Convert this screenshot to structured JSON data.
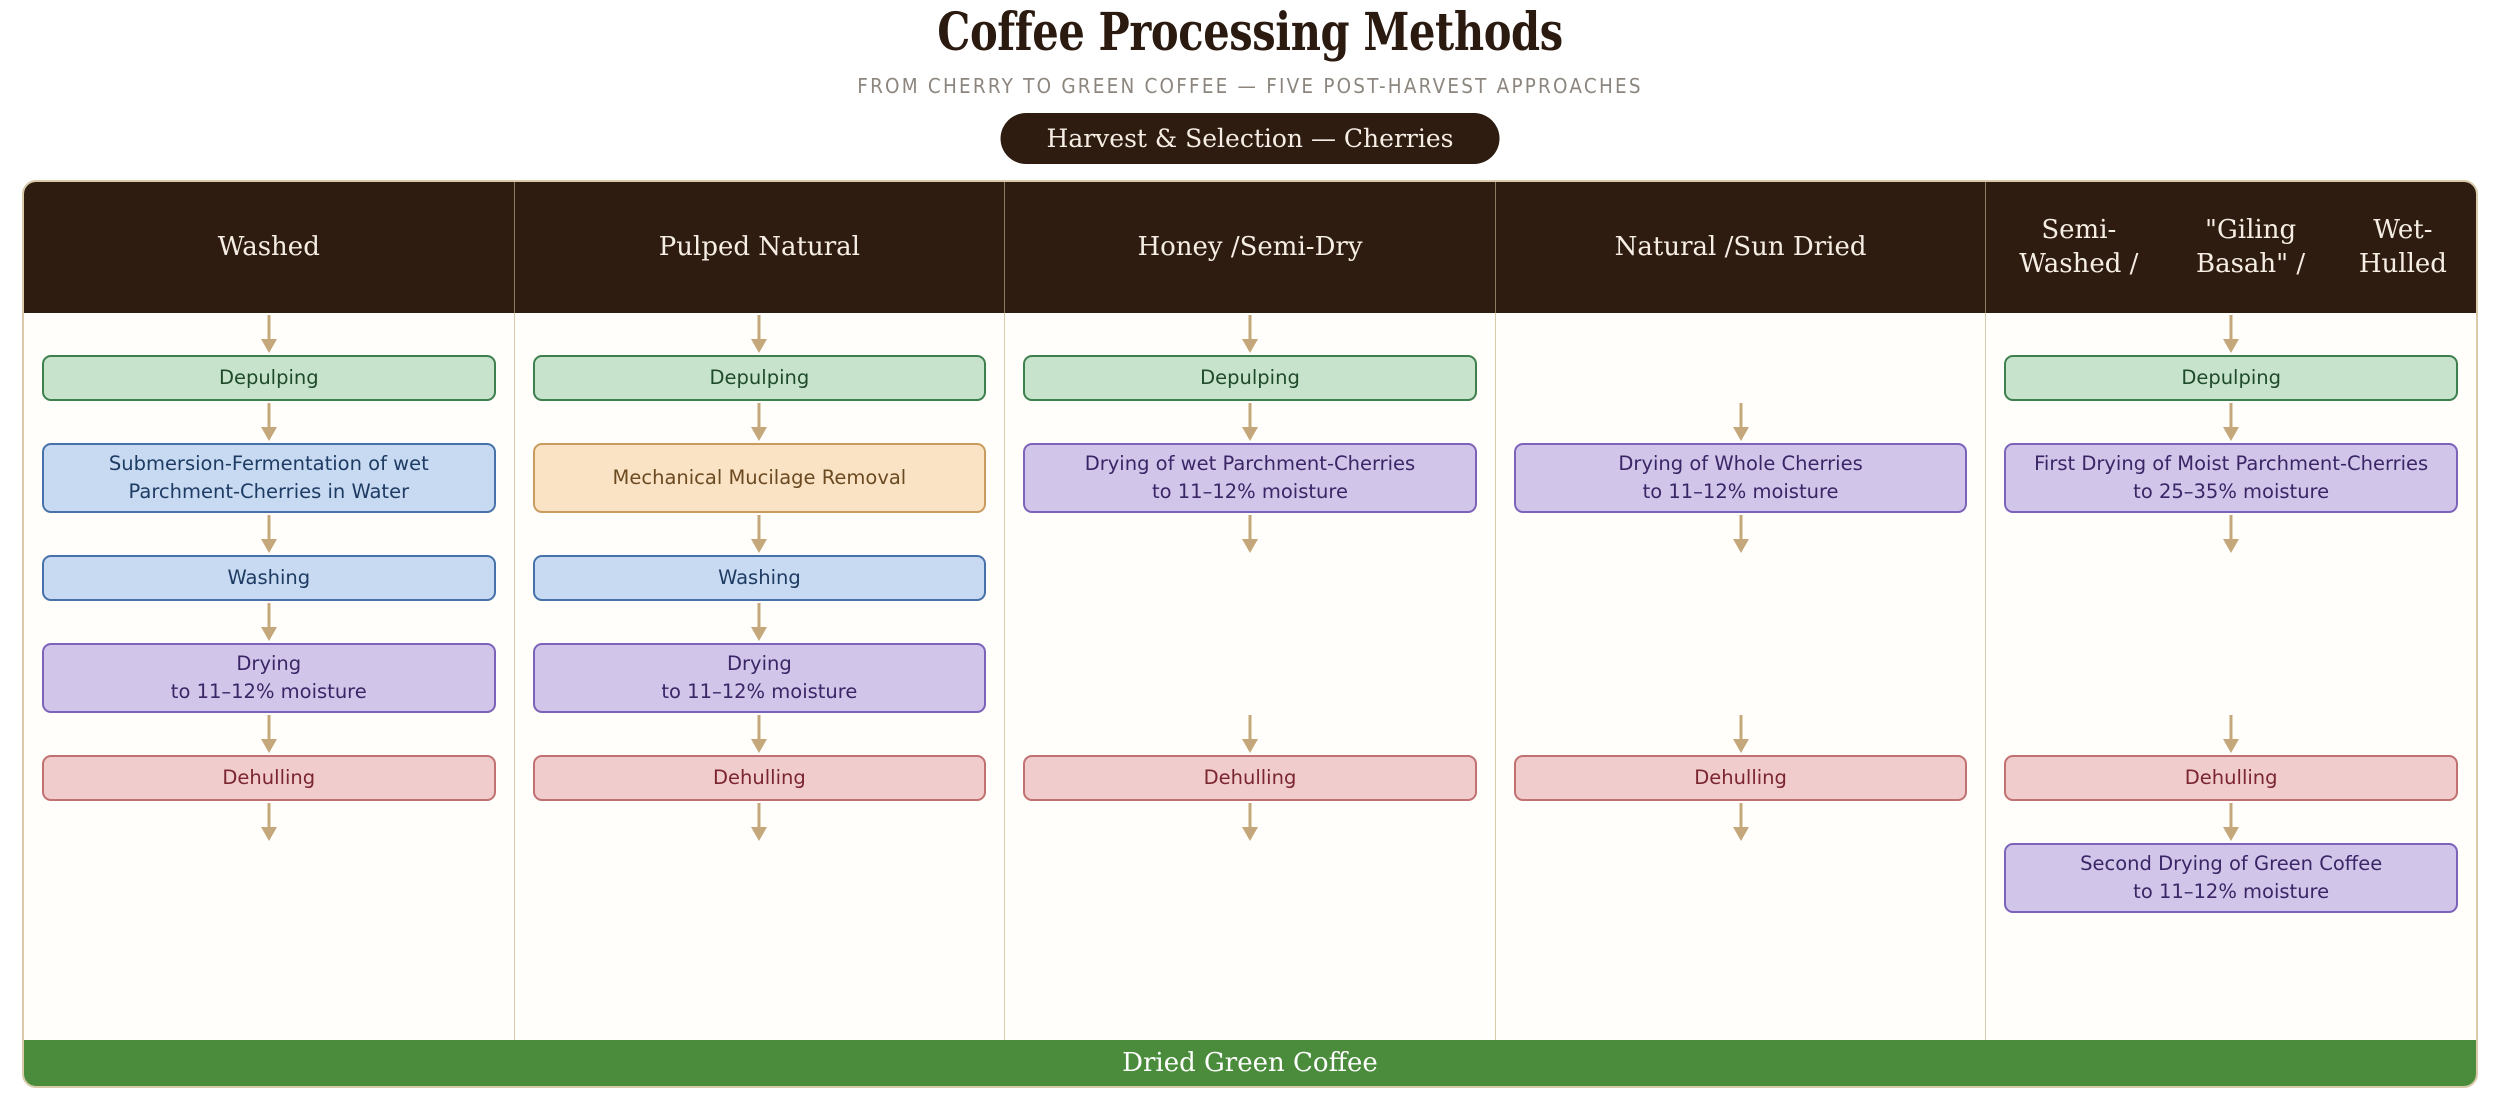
{
  "header": {
    "title": "Coffee Processing Methods",
    "subtitle": "FROM CHERRY TO GREEN COFFEE — FIVE POST-HARVEST APPROACHES",
    "harvest_pill": "Harvest & Selection — Cherries"
  },
  "footer": {
    "label": "Dried Green Coffee"
  },
  "colors": {
    "panel_bg": "#FFFEFA",
    "panel_border": "#D9CAA9",
    "header_band": "#2E1C11",
    "header_text": "#F6EEE4",
    "arrow": "#C4A87C",
    "footer_bg": "#4A8C3C",
    "footer_text": "#FFFFFF",
    "title_text": "#2B1A10",
    "subtitle_text": "#8C867E",
    "green_fill": "#C8E3CC",
    "green_border": "#3E7F4E",
    "blue_fill": "#C7DAF2",
    "blue_border": "#4672A9",
    "orange_fill": "#FAE3C5",
    "orange_border": "#C99B5E",
    "purple_fill": "#D1C5E9",
    "purple_border": "#7C63B9",
    "pink_fill": "#F1CCCC",
    "pink_border": "#C17171"
  },
  "columns": [
    {
      "header_lines": [
        "Washed"
      ],
      "header": "Washed",
      "steps": [
        {
          "label": "Depulping",
          "color": "green"
        },
        {
          "label": "Submersion-Fermentation of wet",
          "line2": "Parchment-Cherries in Water",
          "color": "blue"
        },
        {
          "label": "Washing",
          "color": "blue"
        },
        {
          "label": "Drying",
          "line2": "to 11–12% moisture",
          "color": "purple"
        },
        {
          "label": "Dehulling",
          "color": "pink"
        }
      ]
    },
    {
      "header_lines": [
        "Pulped Natural"
      ],
      "header": "Pulped Natural",
      "steps": [
        {
          "label": "Depulping",
          "color": "green"
        },
        {
          "label": "Mechanical Mucilage Removal",
          "color": "orange"
        },
        {
          "label": "Washing",
          "color": "blue"
        },
        {
          "label": "Drying",
          "line2": "to 11–12% moisture",
          "color": "purple"
        },
        {
          "label": "Dehulling",
          "color": "pink"
        }
      ]
    },
    {
      "header_lines": [
        "Honey /",
        "Semi-Dry"
      ],
      "header": "Honey / Semi-Dry",
      "steps": [
        {
          "label": "Depulping",
          "color": "green"
        },
        {
          "label": "Drying of wet Parchment-Cherries",
          "line2": "to 11–12% moisture",
          "color": "purple"
        },
        {
          "label": "Dehulling",
          "color": "pink"
        }
      ]
    },
    {
      "header_lines": [
        "Natural /",
        "Sun Dried"
      ],
      "header": "Natural / Sun Dried",
      "steps": [
        {
          "label": "Drying of Whole Cherries",
          "line2": "to 11–12% moisture",
          "color": "purple"
        },
        {
          "label": "Dehulling",
          "color": "pink"
        }
      ]
    },
    {
      "header_lines": [
        "Semi-Washed /",
        "\"Giling Basah\" /",
        "Wet-Hulled"
      ],
      "header": "Semi-Washed / \"Giling Basah\" / Wet-Hulled",
      "steps": [
        {
          "label": "Depulping",
          "color": "green"
        },
        {
          "label": "First Drying of Moist Parchment-Cherries",
          "line2": "to 25–35% moisture",
          "color": "purple"
        },
        {
          "label": "Dehulling",
          "color": "pink"
        },
        {
          "label": "Second Drying of Green Coffee",
          "line2": "to 11–12% moisture",
          "color": "purple"
        }
      ]
    }
  ]
}
